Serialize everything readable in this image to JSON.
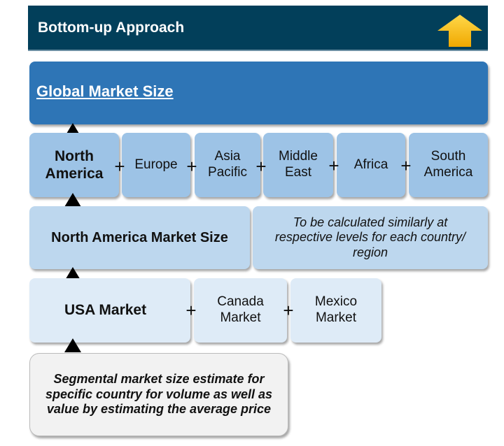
{
  "header": {
    "title": "Bottom-up Approach",
    "icon": "up-arrow-icon",
    "arrow_color": "#ffc000"
  },
  "global": {
    "label": "Global Market Size"
  },
  "regions": [
    {
      "label": "North America"
    },
    {
      "label": "Europe"
    },
    {
      "label": "Asia Pacific"
    },
    {
      "label": "Middle East"
    },
    {
      "label": "Africa"
    },
    {
      "label": "South America"
    }
  ],
  "plus": "+",
  "north_america": {
    "label": "North America Market Size",
    "note": "To be calculated similarly at respective levels for each country/ region"
  },
  "countries": [
    {
      "label": "USA Market"
    },
    {
      "label": "Canada Market"
    },
    {
      "label": "Mexico Market"
    }
  ],
  "segment": {
    "label": "Segmental market size estimate for specific country for volume as well as value by estimating the average price"
  },
  "colors": {
    "header": "#023f5a",
    "global": "#2e75b6",
    "regions": "#9dc3e6",
    "level3": "#bdd7ee",
    "level4": "#deebf7"
  }
}
